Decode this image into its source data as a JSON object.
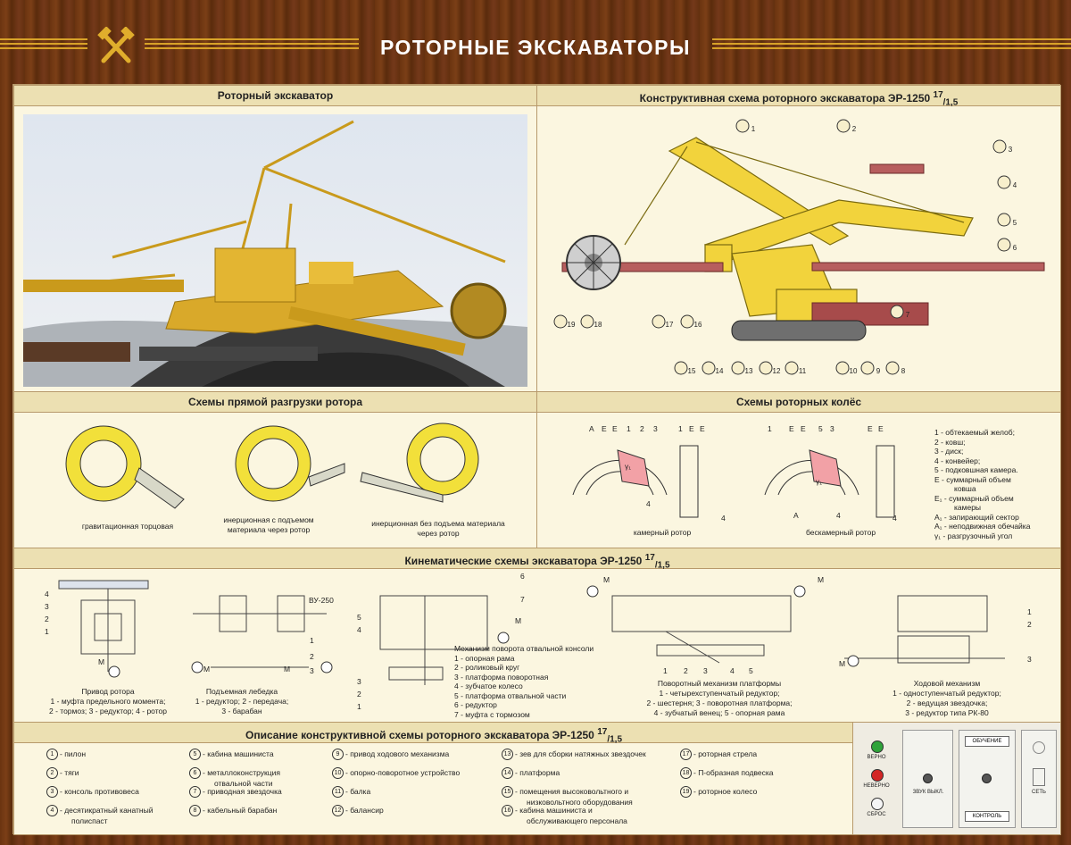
{
  "poster": {
    "title": "РОТОРНЫЕ  ЭКСКАВАТОРЫ"
  },
  "colors": {
    "wood": "#6b3410",
    "stripe": "#d8a228",
    "panel": "#fbf6e0",
    "header": "#ece0b2",
    "yellow": "#f2d33c",
    "maroon": "#8b3a3a"
  },
  "sections": {
    "photo": "Роторный экскаватор",
    "scheme": "Конструктивная схема роторного экскаватора ЭР-1250",
    "unload": "Схемы прямой разгрузки ротора",
    "wheels": "Схемы роторных колёс",
    "kinematic": "Кинематические схемы экскаватора ЭР-1250",
    "description": "Описание конструктивной схемы роторного экскаватора ЭР-1250",
    "model_sup": "17",
    "model_sub": "/1,5"
  },
  "unload_captions": [
    "гравитационная торцовая",
    "инерционная с подъемом материала через ротор",
    "инерционная без  подъема материала через ротор"
  ],
  "wheel_labels": {
    "chamber": "камерный ротор",
    "chamberless": "бескамерный ротор",
    "top_left": [
      "A",
      "E",
      "E",
      "1",
      "2",
      "3"
    ],
    "top_right": [
      "1",
      "E",
      "E",
      "5",
      "3"
    ],
    "side_left": [
      "1",
      "E",
      "E"
    ],
    "side_right": [
      "E",
      "E"
    ],
    "gamma": "γ₁",
    "four": "4",
    "a_low": "A",
    "legend": [
      "1 - обтекаемый желоб;",
      "2 - ковш;",
      "3 - диск;",
      "4 - конвейер;",
      "5 - подковшная камера.",
      "Е - суммарный объем",
      "ковша",
      "Е₁ - суммарный объем",
      "камеры",
      "А₁ - запирающий сектор",
      "А₁ - неподвижная обечайка",
      "γ₁ - разгрузочный угол"
    ]
  },
  "kin": {
    "rotor_title": "Привод ротора",
    "rotor_lines": [
      "1 - муфта предельного момента;",
      "2 - тормоз; 3 - редуктор; 4 - ротор"
    ],
    "winch_title": "Подъемная лебедка",
    "winch_lines": [
      "1 - редуктор; 2 - передача;",
      "3 - барабан"
    ],
    "vu": "ВУ-250",
    "console_title": "Механизм поворота отвальной консоли",
    "console_lines": [
      "1 - опорная рама",
      "2 - роликовый круг",
      "3 - платформа поворотная",
      "4 - зубчатое колесо",
      "5 - платформа отвальной части",
      "6 - редуктор",
      "7 - муфта с тормозом"
    ],
    "platform_title": "Поворотный механизм платформы",
    "platform_lines": [
      "1 - четырехступенчатый редуктор;",
      "2 - шестерня; 3 - поворотная платформа;",
      "4 - зубчатый венец; 5 - опорная рама"
    ],
    "travel_title": "Ходовой механизм",
    "travel_lines": [
      "1 - одноступенчатый редуктор;",
      "2 - ведущая звездочка;",
      "3 - редуктор типа РК-80"
    ],
    "m": "M",
    "nums": [
      "1",
      "2",
      "3",
      "4",
      "5",
      "6",
      "7"
    ]
  },
  "scheme_numbers": [
    "1",
    "2",
    "3",
    "4",
    "5",
    "6",
    "7",
    "8",
    "9",
    "10",
    "11",
    "12",
    "13",
    "14",
    "15",
    "16",
    "17",
    "18",
    "19"
  ],
  "description_items": [
    {
      "n": "1",
      "t": "- пилон"
    },
    {
      "n": "2",
      "t": "- тяги"
    },
    {
      "n": "3",
      "t": "- консоль противовеса"
    },
    {
      "n": "4",
      "t": "- десятикратный канатный"
    },
    {
      "n": "5",
      "t": "- кабина машиниста"
    },
    {
      "n": "6",
      "t": "- металлоконструкция"
    },
    {
      "n": "7",
      "t": "- приводная звездочка"
    },
    {
      "n": "8",
      "t": "- кабельный барабан"
    },
    {
      "n": "9",
      "t": "- привод ходового механизма"
    },
    {
      "n": "10",
      "t": "- опорно-поворотное устройство"
    },
    {
      "n": "11",
      "t": "- балка"
    },
    {
      "n": "12",
      "t": "- балансир"
    },
    {
      "n": "13",
      "t": "- зев для сборки натяжных звездочек"
    },
    {
      "n": "14",
      "t": "- платформа"
    },
    {
      "n": "15",
      "t": "- помещения высоковольтного и"
    },
    {
      "n": "16",
      "t": "- кабина машиниста и"
    },
    {
      "n": "17",
      "t": "- роторная стрела"
    },
    {
      "n": "18",
      "t": "- П-образная подвеска"
    },
    {
      "n": "19",
      "t": "- роторное колесо"
    }
  ],
  "description_cont": {
    "d4": "полиспаст",
    "d6": "отвальной части",
    "d15": "низковольтного оборудования",
    "d16": "обслуживающего персонала"
  },
  "controls": {
    "verno": "ВЕРНО",
    "neverno": "НЕВЕРНО",
    "sbros": "СБРОС",
    "zvuk": "ЗВУК ВЫКЛ.",
    "obuchenie": "ОБУЧЕНИЕ",
    "kontrol": "КОНТРОЛЬ",
    "set": "СЕТЬ"
  }
}
